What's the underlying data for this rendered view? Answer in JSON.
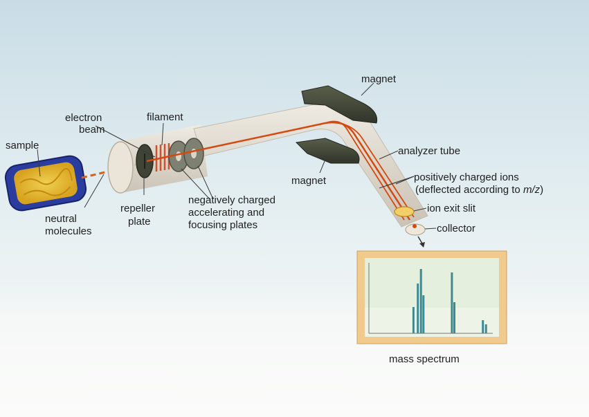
{
  "labels": {
    "sample": "sample",
    "neutral_molecules_1": "neutral",
    "neutral_molecules_2": "molecules",
    "electron_beam_1": "electron",
    "electron_beam_2": "beam",
    "filament": "filament",
    "repeller_plate_1": "repeller",
    "repeller_plate_2": "plate",
    "accel_plates_1": "negatively charged",
    "accel_plates_2": "accelerating and",
    "accel_plates_3": "focusing plates",
    "magnet_top": "magnet",
    "magnet_bottom": "magnet",
    "analyzer_tube": "analyzer tube",
    "ions_1": "positively charged ions",
    "ions_2_prefix": "(deflected according to ",
    "ions_2_italic": "m/z",
    "ions_2_suffix": ")",
    "ion_exit_slit": "ion exit slit",
    "collector": "collector",
    "mass_spectrum": "mass spectrum"
  },
  "colors": {
    "tube": "#ddd6ca",
    "beam": "#d24a12",
    "magnet": "#3f4434",
    "sample_case": "#27389a",
    "sample_fill": "#e6bf33",
    "spectrum_frame": "#efc98a",
    "spectrum_bars": "#3d8a92"
  },
  "spectrum_peaks": [
    {
      "position": 0.36,
      "height": 0.38
    },
    {
      "position": 0.395,
      "height": 0.72
    },
    {
      "position": 0.42,
      "height": 0.93
    },
    {
      "position": 0.44,
      "height": 0.55
    },
    {
      "position": 0.67,
      "height": 0.88
    },
    {
      "position": 0.69,
      "height": 0.45
    },
    {
      "position": 0.92,
      "height": 0.19
    },
    {
      "position": 0.945,
      "height": 0.13
    }
  ]
}
